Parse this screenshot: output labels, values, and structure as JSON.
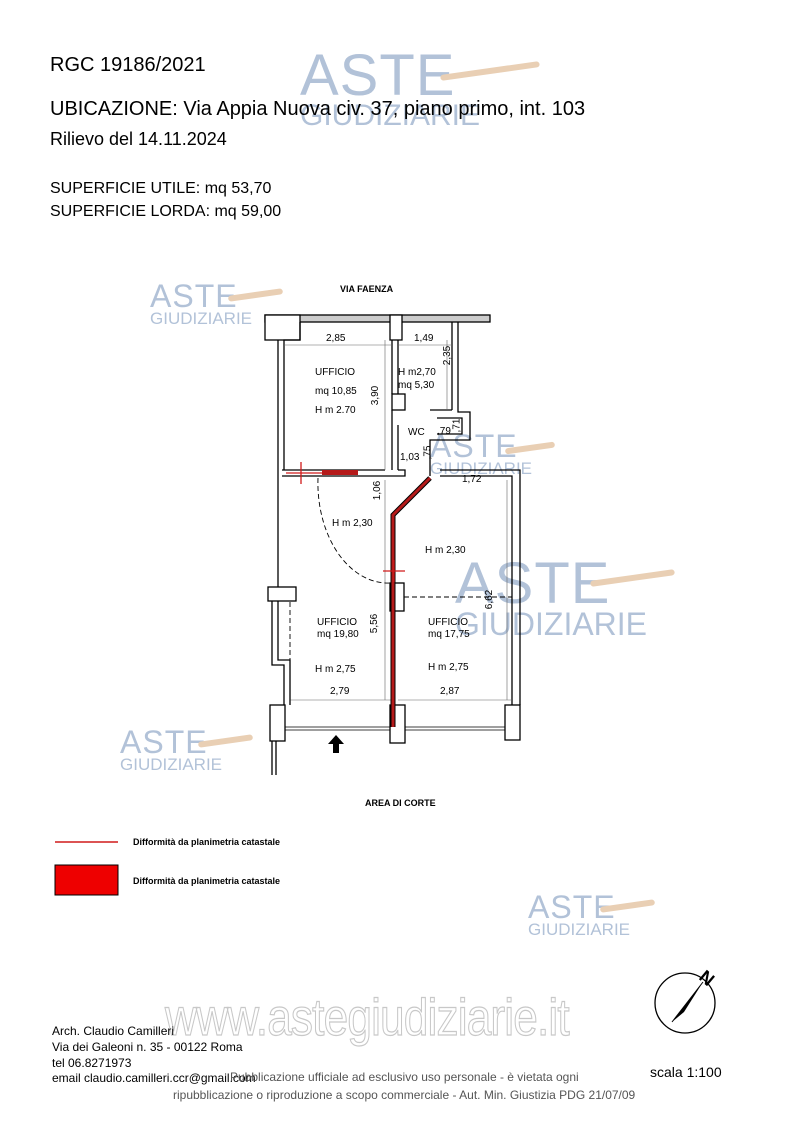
{
  "header": {
    "case_number": "RGC 19186/2021",
    "location": "UBICAZIONE: Via Appia Nuova civ. 37, piano primo, int. 103",
    "survey_date": "Rilievo del 14.11.2024",
    "usable_area": "SUPERFICIE UTILE: mq 53,70",
    "gross_area": "SUPERFICIE LORDA: mq 59,00"
  },
  "plan": {
    "street": "VIA     FAENZA",
    "courtyard": "AREA DI CORTE",
    "dimensions": [
      "2,85",
      "1,49",
      "2,35",
      "3,90",
      ",79",
      ",71",
      "1,03",
      ",75",
      "1,72",
      "1,06",
      "5,56",
      "6,62",
      "2,79",
      "2,87"
    ],
    "rooms": [
      {
        "name": "UFFICIO",
        "area": "mq 10,85",
        "height": "H m 2.70"
      },
      {
        "height": "H m2,70",
        "area": "mq 5,30"
      },
      {
        "name": "WC"
      },
      {
        "height": "H m 2,30"
      },
      {
        "height": "H m 2,30"
      },
      {
        "name": "UFFICIO",
        "area": "mq 19,80",
        "height": "H m 2,75"
      },
      {
        "name": "UFFICIO",
        "area": "mq 17,75",
        "height": "H m 2,75"
      }
    ],
    "diff_color": "#d11a1a"
  },
  "legend": [
    {
      "symbol": "line",
      "label": "Difformità da planimetria catastale"
    },
    {
      "symbol": "fill",
      "label": "Difformità da planimetria catastale"
    }
  ],
  "footer": {
    "architect": "Arch. Claudio Camilleri",
    "address": "Via dei Galeoni n. 35 - 00122 Roma",
    "phone": "tel 06.8271973",
    "email": "email claudio.camilleri.ccr@gmail.com",
    "scale": "scala 1:100",
    "compass_label": "N"
  },
  "watermark": {
    "brand_top": "ASTE",
    "brand_bottom": "GIUDIZIARIE",
    "url": "www.astegiudiziarie.it",
    "notice_line1": "Pubblicazione ufficiale ad esclusivo uso personale - è vietata ogni",
    "notice_line2": "ripubblicazione o riproduzione a scopo commerciale - Aut. Min. Giustizia PDG 21/07/09"
  }
}
